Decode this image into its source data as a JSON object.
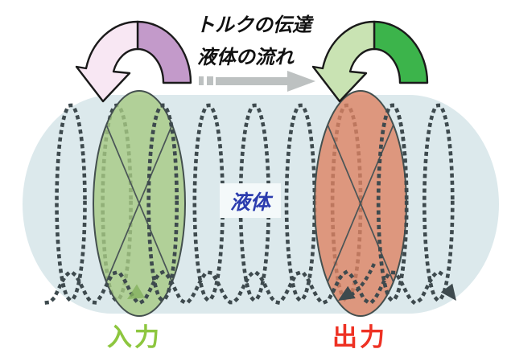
{
  "figure": {
    "caption_torque": "トルクの伝達",
    "caption_flow": "液体の流れ",
    "fluid_label": "液体",
    "input_label": "入力",
    "output_label": "出力"
  },
  "colors": {
    "capsule": "#dce9ec",
    "coil": "#3e4a4e",
    "inputFill": "#a6c983",
    "outputFill": "#dd8263",
    "ellipseStroke": "#44504f",
    "crossLine": "#4a5557",
    "inputText": "#8dc63f",
    "outputText": "#ee3123",
    "fluidText": "#2b3cae",
    "fluidBox": "#f4f9fa",
    "arcLeftLight": "#f8e7f3",
    "arcLeftDark": "#c39aca",
    "arcRightLight": "#c9e3b3",
    "arcRightDark": "#3cb44b",
    "arcOutline": "#1a1a1a",
    "grayArrow": "#bdc1c1",
    "greenFlowArrow": "#84b05f"
  }
}
